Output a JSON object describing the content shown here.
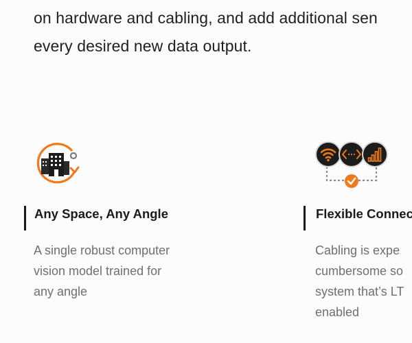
{
  "intro": {
    "line1": "on hardware and cabling, and add additional sen",
    "line2": "every desired new data output."
  },
  "features": [
    {
      "icon": "buildings-rotate-icon",
      "title": "Any Space, Any Angle",
      "desc_lines": [
        "A single robust computer",
        "vision model trained for",
        "any angle"
      ]
    },
    {
      "icon": "connectivity-icon",
      "title": "Flexible Connec",
      "desc_lines": [
        "Cabling is expe",
        "cumbersome so",
        "system that’s LT",
        "enabled"
      ]
    }
  ],
  "colors": {
    "accent": "#f07a1a",
    "text": "#1f1f1f",
    "muted": "#6f6f6f"
  }
}
